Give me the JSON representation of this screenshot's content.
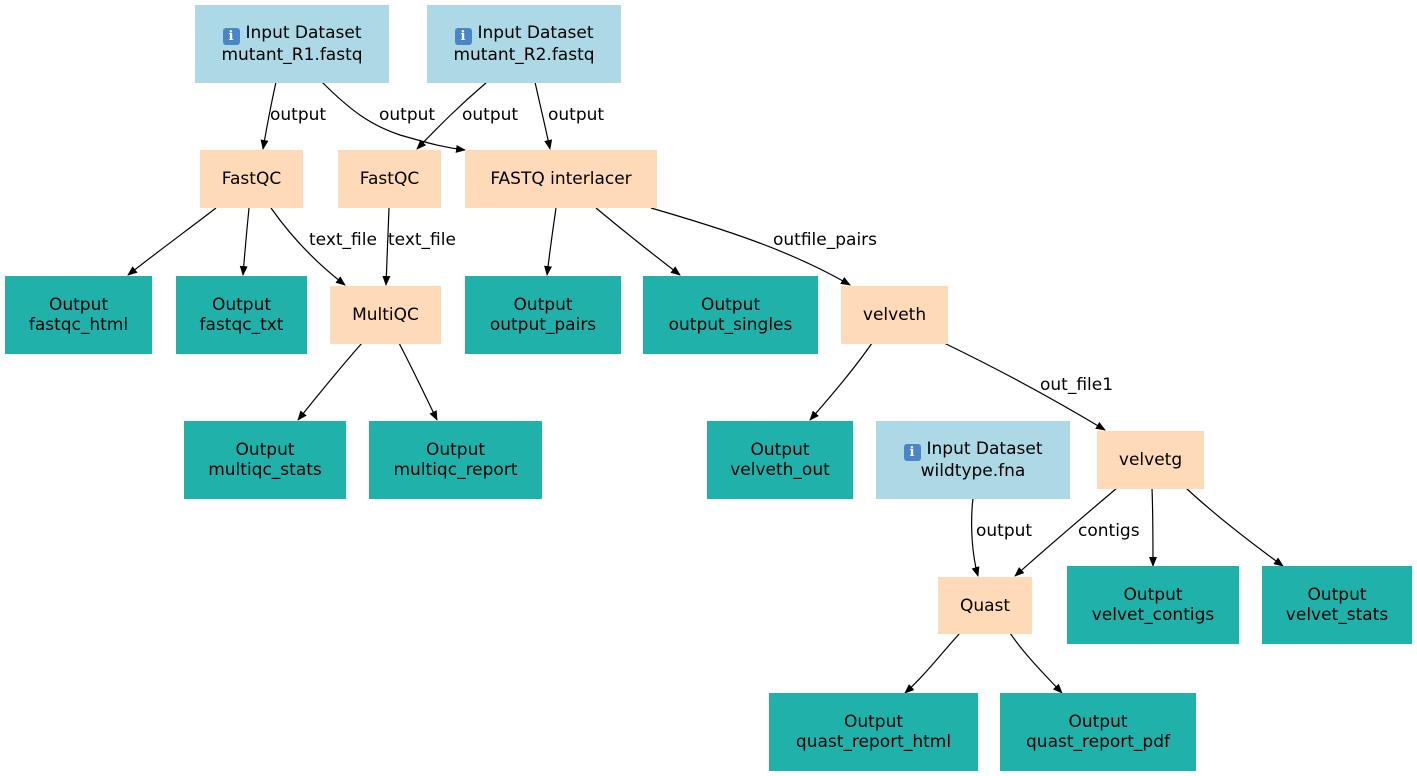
{
  "icon": "info-icon",
  "colors": {
    "input": "#add8e6",
    "tool": "#ffdab9",
    "output": "#20b2aa"
  },
  "nodes": {
    "in1": {
      "line1": "Input Dataset",
      "line2": "mutant_R1.fastq"
    },
    "in2": {
      "line1": "Input Dataset",
      "line2": "mutant_R2.fastq"
    },
    "in3": {
      "line1": "Input Dataset",
      "line2": "wildtype.fna"
    },
    "fastqc1": "FastQC",
    "fastqc2": "FastQC",
    "interlacer": "FASTQ interlacer",
    "multiqc": "MultiQC",
    "velveth": "velveth",
    "velvetg": "velvetg",
    "quast": "Quast",
    "o_fastqc_html": {
      "line1": "Output",
      "line2": "fastqc_html"
    },
    "o_fastqc_txt": {
      "line1": "Output",
      "line2": "fastqc_txt"
    },
    "o_output_pairs": {
      "line1": "Output",
      "line2": "output_pairs"
    },
    "o_output_singles": {
      "line1": "Output",
      "line2": "output_singles"
    },
    "o_multiqc_stats": {
      "line1": "Output",
      "line2": "multiqc_stats"
    },
    "o_multiqc_report": {
      "line1": "Output",
      "line2": "multiqc_report"
    },
    "o_velveth_out": {
      "line1": "Output",
      "line2": "velveth_out"
    },
    "o_velvet_contigs": {
      "line1": "Output",
      "line2": "velvet_contigs"
    },
    "o_velvet_stats": {
      "line1": "Output",
      "line2": "velvet_stats"
    },
    "o_quast_html": {
      "line1": "Output",
      "line2": "quast_report_html"
    },
    "o_quast_pdf": {
      "line1": "Output",
      "line2": "quast_report_pdf"
    }
  },
  "edge_labels": {
    "in1_fastqc1": "output",
    "in1_interlacer": "output",
    "in2_fastqc2": "output",
    "in2_interlacer": "output",
    "fastqc1_multiqc": "text_file",
    "fastqc2_multiqc": "text_file",
    "interlacer_velveth": "outfile_pairs",
    "velveth_velvetg": "out_file1",
    "in3_quast": "output",
    "velvetg_quast": "contigs"
  }
}
